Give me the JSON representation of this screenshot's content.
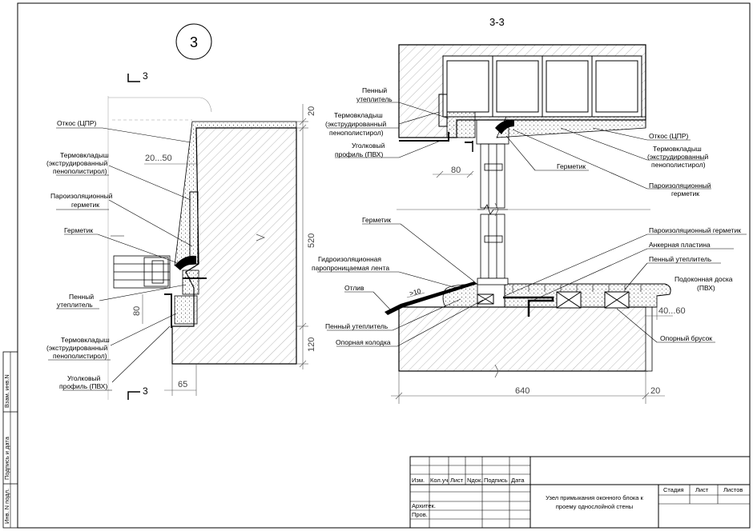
{
  "sheet_number": "3",
  "section_marks": {
    "left_mark": "3",
    "right_title": "3-3"
  },
  "left_section": {
    "labels": [
      "Откос (ЦПР)",
      "Термовкладыш",
      "(экструдированный",
      "пенополистирол)",
      "Пароизоляционный",
      "герметик",
      "Герметик",
      "Пенный",
      "утеплитель",
      "Термовкладыш",
      "(экструдированный",
      "пенополистирол)",
      "Уголковый",
      "профиль (ПВХ)"
    ],
    "dims": [
      "20",
      "20...50",
      "520",
      "80",
      "120",
      "65"
    ]
  },
  "right_top": {
    "labels": [
      "Пенный",
      "утеплитель",
      "Термовкладыш",
      "(экструдированный",
      "пенополистирол)",
      "Уголковый",
      "профиль (ПВХ)",
      "Герметик",
      "Откос (ЦПР)",
      "Термовкладыш",
      "(экструдированный",
      "пенополистирол)",
      "Пароизоляционный",
      "герметик"
    ],
    "dims": [
      "80"
    ]
  },
  "right_bottom": {
    "labels": [
      "Герметик",
      "Гидроизоляционная",
      "паропроницаемая лента",
      "Отлив",
      "Пенный утеплитель",
      "Опорная колодка",
      "Пароизоляционный герметик",
      "Анкерная пластина",
      "Пенный утеплитель",
      "Подоконная доска",
      "(ПВХ)",
      "Опорный брусок"
    ],
    "dims": [
      ">10",
      "40...60",
      "640",
      "20"
    ]
  },
  "side_stamp": [
    "Инв. N подл.",
    "Подпись и дата",
    "Взам. инв.N"
  ],
  "title_block": {
    "headers": [
      "Изм.",
      "Кол.уч",
      "Лист",
      "Nдок.",
      "Подпись",
      "Дата"
    ],
    "roles": [
      "Архитек.",
      "Пров."
    ],
    "title_lines": [
      "Узел примыкания оконного блока к",
      "проему однослойной  стены"
    ],
    "cols": [
      "Стадия",
      "Лист",
      "Листов"
    ]
  }
}
